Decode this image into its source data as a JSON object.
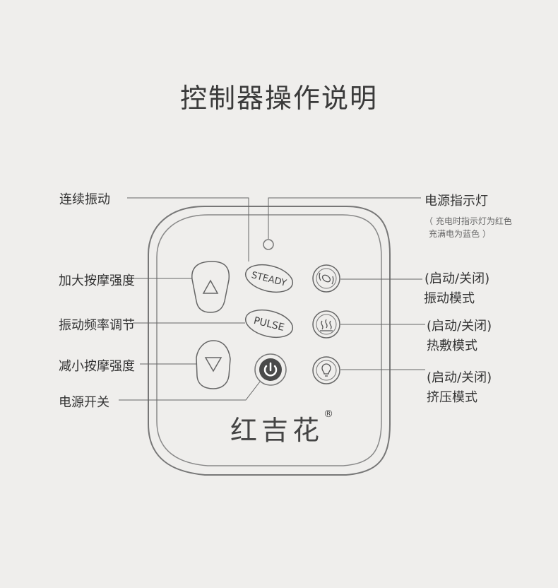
{
  "title": "控制器操作说明",
  "labels": {
    "continuous_vibration": "连续振动",
    "increase_intensity": "加大按摩强度",
    "vibration_frequency": "振动频率调节",
    "decrease_intensity": "减小按摩强度",
    "power_switch": "电源开关",
    "power_indicator": "电源指示灯",
    "indicator_note_1": "（ 充电时指示灯为红色",
    "indicator_note_2": "充满电为蓝色 ）",
    "vibration_toggle": "(启动/关闭)",
    "vibration_mode": "振动模式",
    "heat_toggle": "(启动/关闭)",
    "heat_mode": "热敷模式",
    "squeeze_toggle": "(启动/关闭)",
    "squeeze_mode": "挤压模式"
  },
  "controller": {
    "steady_label": "STEADY",
    "pulse_label": "PULSE",
    "brand": "红吉花",
    "registered": "®"
  },
  "icons": {
    "up": "triangle-up-icon",
    "down": "triangle-down-icon",
    "power": "power-icon",
    "vibration": "vibration-icon",
    "heat": "heat-wave-icon",
    "squeeze": "squeeze-icon"
  }
}
